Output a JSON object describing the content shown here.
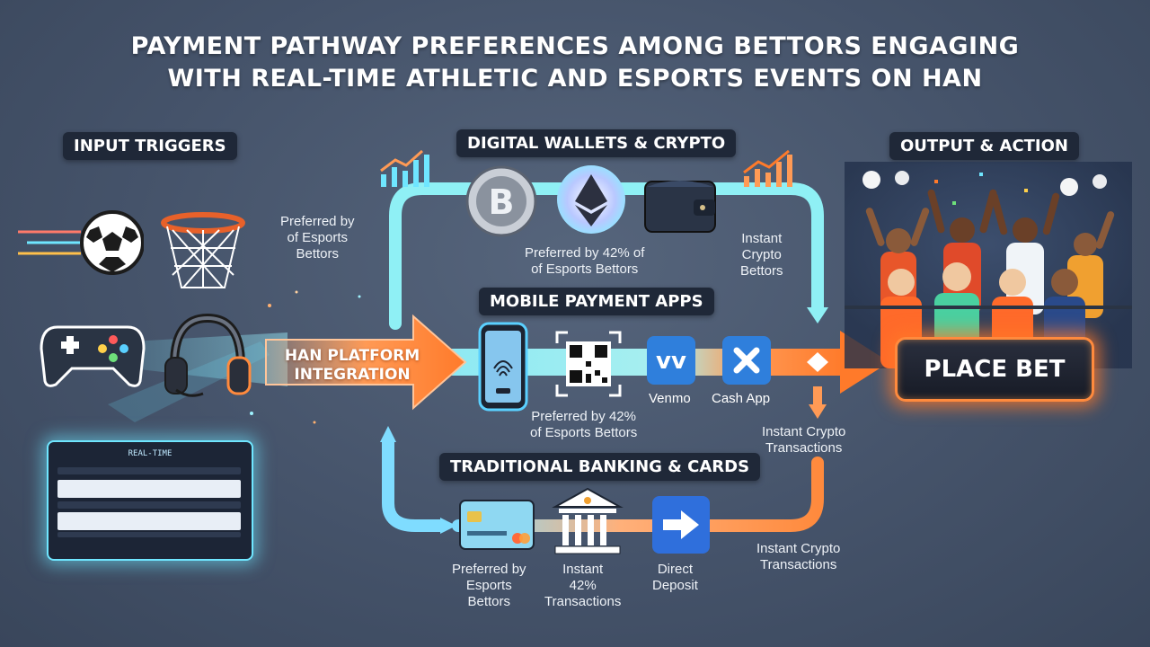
{
  "title_line1": "PAYMENT PATHWAY PREFERENCES AMONG BETTORS ENGAGING",
  "title_line2": "WITH REAL-TIME ATHLETIC AND ESPORTS EVENTS ON HAN",
  "sections": {
    "input": "INPUT TRIGGERS",
    "wallets": "DIGITAL WALLETS & CRYPTO",
    "mobile": "MOBILE PAYMENT APPS",
    "banking": "TRADITIONAL BANKING & CARDS",
    "output": "OUTPUT & ACTION"
  },
  "han_label": "HAN PLATFORM INTEGRATION",
  "place_bet": "PLACE BET",
  "notes": {
    "left_pref": "Preferred by\nof Esports\nBettors",
    "wallet_pref": "Preferred by 42% of\nof Esports Bettors",
    "instant_crypto_top": "Instant\nCrypto\nBettors",
    "mobile_pref": "Preferred by 42%\nof Esports Bettors",
    "instant_crypto_mid": "Instant Crypto\nTransactions",
    "bank_pref": "Preferred by\nEsports\nBettors",
    "bank_instant": "Instant\n42%\nTransactions",
    "direct_deposit": "Direct\nDeposit",
    "instant_crypto_bottom": "Instant Crypto\nTransactions"
  },
  "apps": {
    "venmo": "Venmo",
    "cashapp": "Cash App"
  },
  "dashboard": {
    "title": "REAL-TIME"
  },
  "colors": {
    "cyan": "#6fe6ff",
    "orange": "#ff8a3d",
    "background": "#45536a",
    "pill": "#1f2838"
  },
  "icons": [
    "soccer-ball-icon",
    "basketball-hoop-icon",
    "game-controller-icon",
    "headset-icon",
    "bitcoin-icon",
    "ethereum-icon",
    "wallet-icon",
    "smartphone-fingerprint-icon",
    "qr-code-icon",
    "venmo-icon",
    "cash-app-icon",
    "credit-card-icon",
    "bank-icon",
    "direct-deposit-icon",
    "growth-chart-icon",
    "crowd-cheering-icon"
  ]
}
